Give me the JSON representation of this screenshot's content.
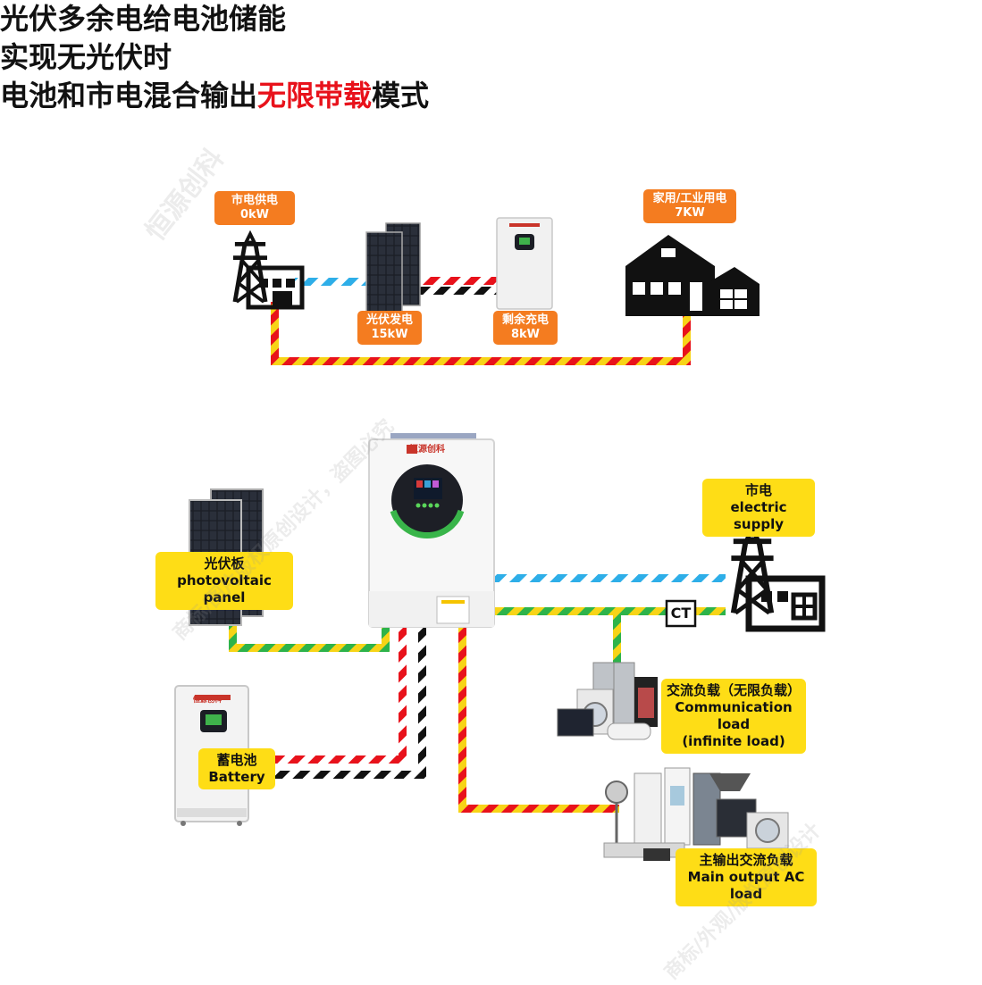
{
  "headline": {
    "line1": "光伏多余电给电池储能",
    "line2": "实现无光伏时",
    "line3_prefix": "电池和市电混合输出",
    "line3_highlight": "无限带载",
    "line3_suffix": "模式"
  },
  "top_diagram": {
    "grid_label": {
      "line1": "市电供电",
      "line2": "0kW"
    },
    "pv_label": {
      "line1": "光伏发电",
      "line2": "15kW"
    },
    "battery_label": {
      "line1": "剩余充电",
      "line2": "8kW"
    },
    "home_label": {
      "line1": "家用/工业用电",
      "line2": "7KW"
    }
  },
  "bottom_diagram": {
    "inverter_brand": "恒源创科",
    "grid_label": {
      "line1": "市电",
      "line2": "electric supply"
    },
    "pv_label": {
      "line1": "光伏板",
      "line2": "photovoltaic panel"
    },
    "ct_label": "CT",
    "ac_load_label": {
      "line1": "交流负载（无限负载）",
      "line2": "Communication load",
      "line3": "(infinite load)"
    },
    "battery_label": {
      "line1": "蓄电池",
      "line2": "Battery"
    },
    "battery_brand": "恒源创科",
    "main_output_label": {
      "line1": "主输出交流负载",
      "line2": "Main output AC load"
    }
  },
  "watermarks": [
    "恒源创科",
    "商标/图片版权原创设计，盗图必究",
    "商标/外观/版权原创设计"
  ],
  "colors": {
    "highlight": "#e8121b",
    "orange_label": "#f47c20",
    "yellow_label": "#fedd16",
    "ac_blue": "#2eaee8",
    "green": "#2db34a",
    "red": "#e8121b",
    "yellow": "#f7d417"
  }
}
